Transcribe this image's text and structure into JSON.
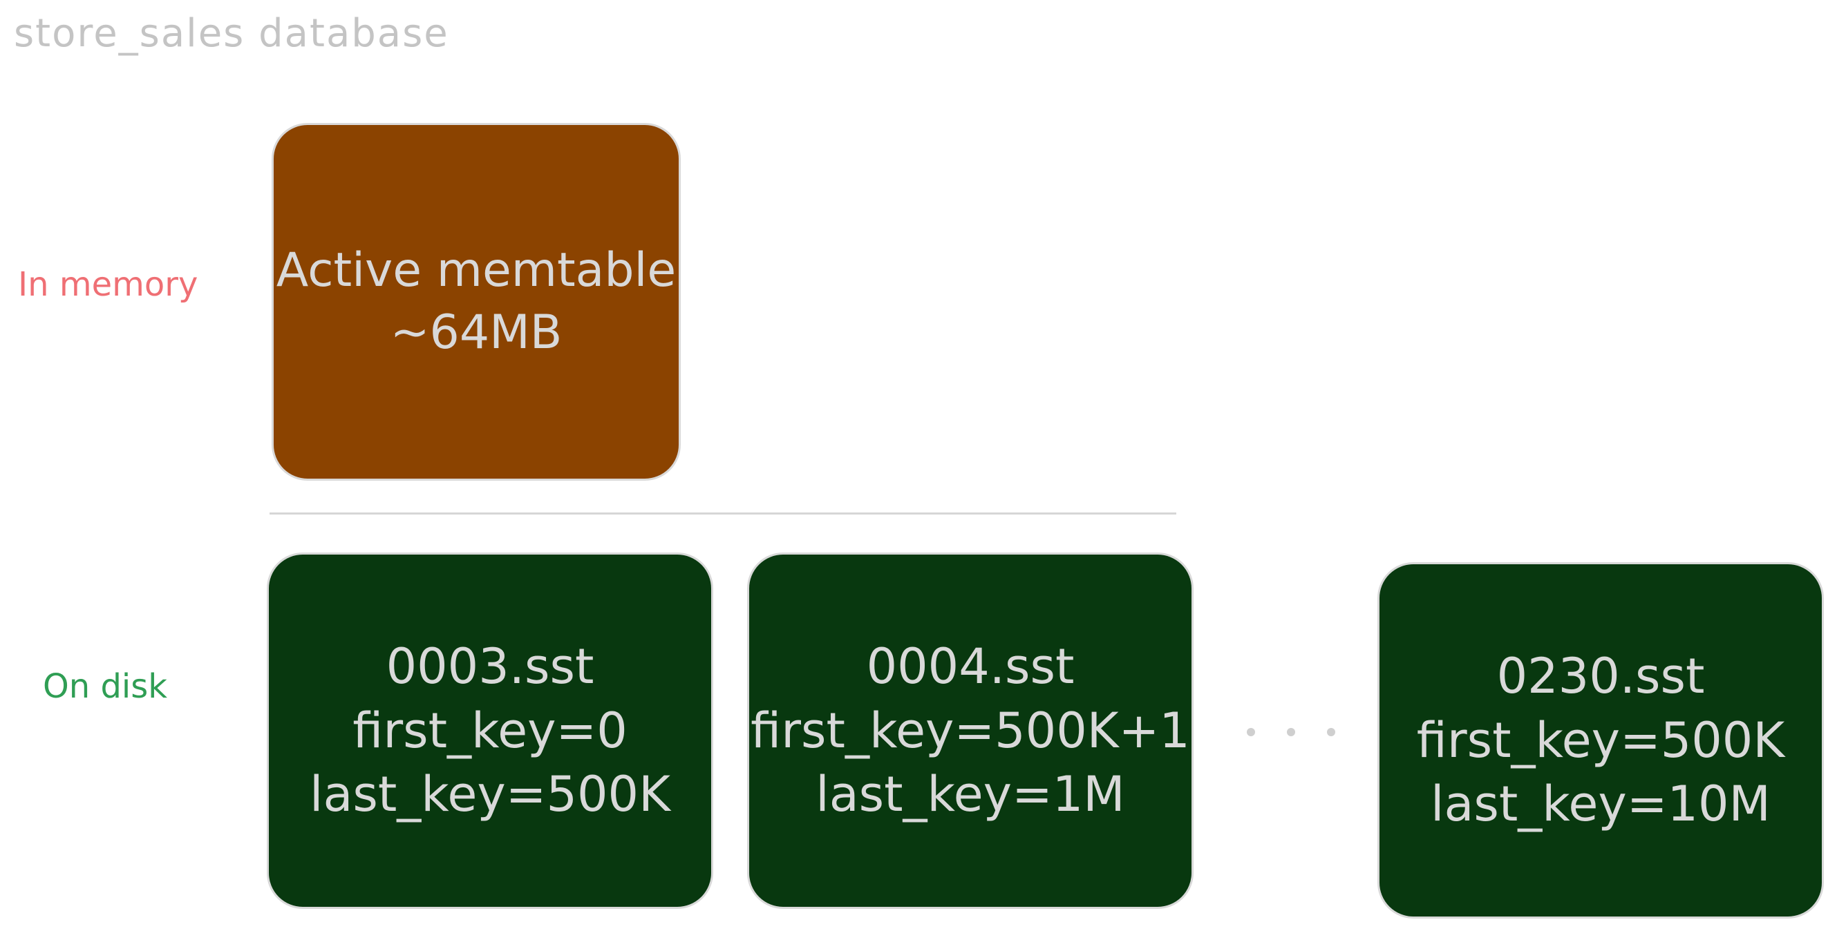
{
  "title": "store_sales database",
  "labels": {
    "in_memory": "In memory",
    "on_disk": "On disk"
  },
  "memtable": {
    "line1": "Active memtable",
    "line2": "~64MB"
  },
  "sst_files": [
    {
      "name": "0003.sst",
      "first_key": "first_key=0",
      "last_key": "last_key=500K"
    },
    {
      "name": "0004.sst",
      "first_key": "first_key=500K+1",
      "last_key": "last_key=1M"
    },
    {
      "name": "0230.sst",
      "first_key": "first_key=500K",
      "last_key": "last_key=10M"
    }
  ],
  "colors": {
    "memtable_fill": "#8b4300",
    "sst_fill": "#08380f",
    "box_text": "#d9d9d9",
    "in_memory_label": "#ef6f74",
    "on_disk_label": "#2f9e54",
    "title": "#c4c4c4"
  }
}
